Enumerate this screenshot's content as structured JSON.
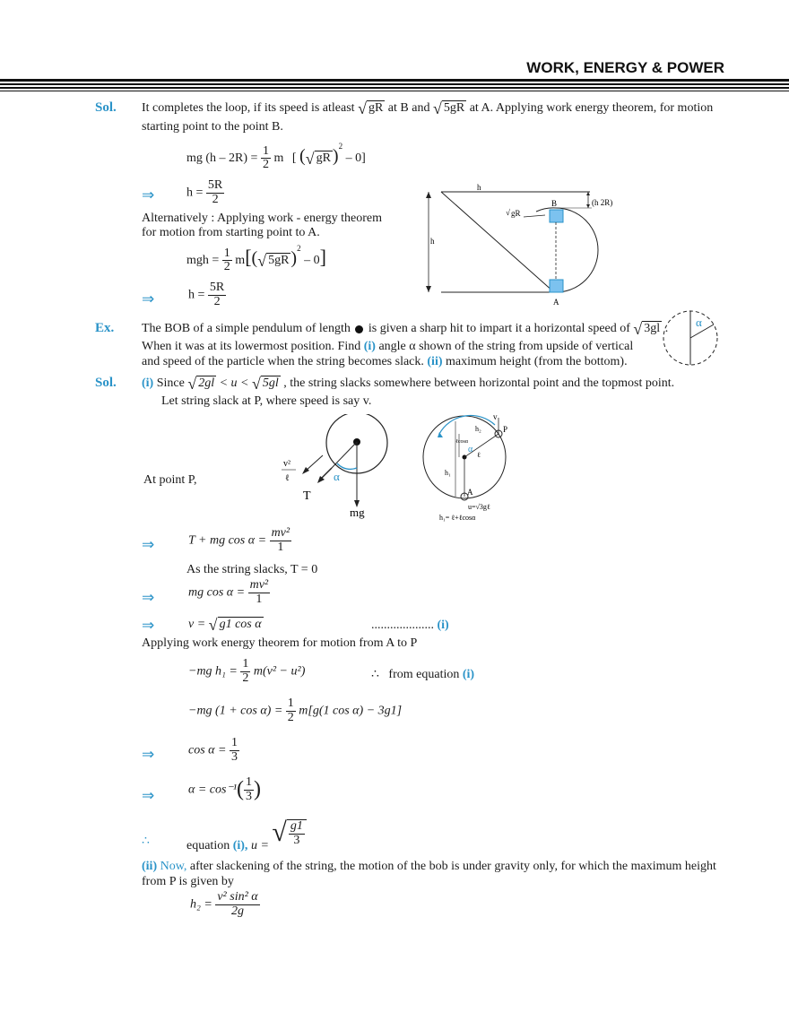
{
  "header": {
    "title": "WORK, ENERGY & POWER"
  },
  "sol1": {
    "label": "Sol.",
    "line1a": "It completes the loop, if its speed is atleast",
    "sqrt_gR": "gR",
    "line1b": "at B and",
    "sqrt_5gR": "5gR",
    "line1c": "at A. Applying work energy theorem, for motion",
    "line2": "starting point to the point B.",
    "eq1_left": "mg (h – 2R) =",
    "eq1_num": "1",
    "eq1_den": "2",
    "eq1_m": "m",
    "eq1_bracket_open": "[",
    "eq1_inner": "gR",
    "eq1_tail": "– 0]",
    "eq1_sup": "2",
    "imp": "⇒",
    "eq2_left": "h =",
    "eq2_num": "5R",
    "eq2_den": "2",
    "alt1": "Alternatively : Applying work - energy theorem",
    "alt2": "for motion from starting point to A.",
    "eq3_left": "mgh =",
    "eq3_num": "1",
    "eq3_den": "2",
    "eq3_m": "m",
    "eq3_inner": "5gR",
    "eq3_sup": "2",
    "eq3_tail": "– 0",
    "eq4_left": "h =",
    "eq4_num": "5R",
    "eq4_den": "2",
    "fig": {
      "h_top": "h",
      "h_left": "h",
      "h2R": "(h 2R)",
      "B": "B",
      "A": "A",
      "sqrt_gR": "gR"
    }
  },
  "ex": {
    "label": "Ex.",
    "line1a": "The BOB of a simple pendulum of length",
    "line1b": "is given a sharp hit to impart it a horizontal speed of",
    "sqrt_3gl": "3gl",
    "line1c": ".",
    "line2": "When it was at its lowermost position. Find",
    "i_label": "(i)",
    "line2b": "angle α shown of the string from upside of vertical",
    "line3a": "and speed of the particle when the string becomes slack.",
    "ii_label": "(ii)",
    "line3b": "maximum height (from the bottom).",
    "fig_alpha": "α"
  },
  "sol2": {
    "label": "Sol.",
    "i_label": "(i)",
    "since": "Since",
    "sqrt_2gl": "2gl",
    "lt_u_lt": "< u <",
    "sqrt_5gl": "5gl",
    "line1b": ", the string slacks somewhere between horizontal point and the topmost point.",
    "line2": "Let string slack at P, where speed is say v.",
    "atP": "At point P,",
    "fig1": {
      "v2": "v²",
      "l": "ℓ",
      "alpha": "α",
      "T": "T",
      "mg": "mg"
    },
    "fig2": {
      "v": "v",
      "h2": "h₂",
      "P": "P",
      "lcos": "ℓcosα",
      "l": "ℓ",
      "h1": "h₁",
      "A": "A",
      "u": "u=√3gℓ",
      "h1eq": "h₁= ℓ+ℓcosα",
      "alpha": "α"
    },
    "eq1_left": "T + mg cos α =",
    "eq1_num": "mv²",
    "eq1_den": "1",
    "slack": "As the string slacks, T = 0",
    "eq2_left": "mg cos α =",
    "eq2_num": "mv²",
    "eq2_den": "1",
    "eq3_left": "v =",
    "eq3_rad": "g1 cos α",
    "eq3_dots": "....................",
    "eq3_ref": "(i)",
    "work": "Applying work energy theorem for motion from A to P",
    "eq4_left": "−mg h₁ =",
    "eq4_num": "1",
    "eq4_den": "2",
    "eq4_right": "m(v² − u²)",
    "therefore": "∴",
    "from_eq": "from equation",
    "from_ref": "(i)",
    "eq5_left": "−mg (1 + cos α) =",
    "eq5_num": "1",
    "eq5_den": "2",
    "eq5_right": "m[g(1 cos α) − 3g1]",
    "eq6_left": "cos α =",
    "eq6_num": "1",
    "eq6_den": "3",
    "eq7_left": "α = cos⁻¹",
    "eq7_num": "1",
    "eq7_den": "3",
    "eq8_pre": "equation",
    "eq8_ref": "(i),",
    "eq8_u": "u =",
    "eq8_num": "g1",
    "eq8_den": "3",
    "ii_label": "(ii)",
    "ii_now": "Now,",
    "ii_line1": "after slackening of the string, the motion of the bob is under gravity only, for which the maximum height",
    "ii_line2": "from P is given by",
    "eq9_left": "h₂ =",
    "eq9_num": "v² sin² α",
    "eq9_den": "2g"
  }
}
